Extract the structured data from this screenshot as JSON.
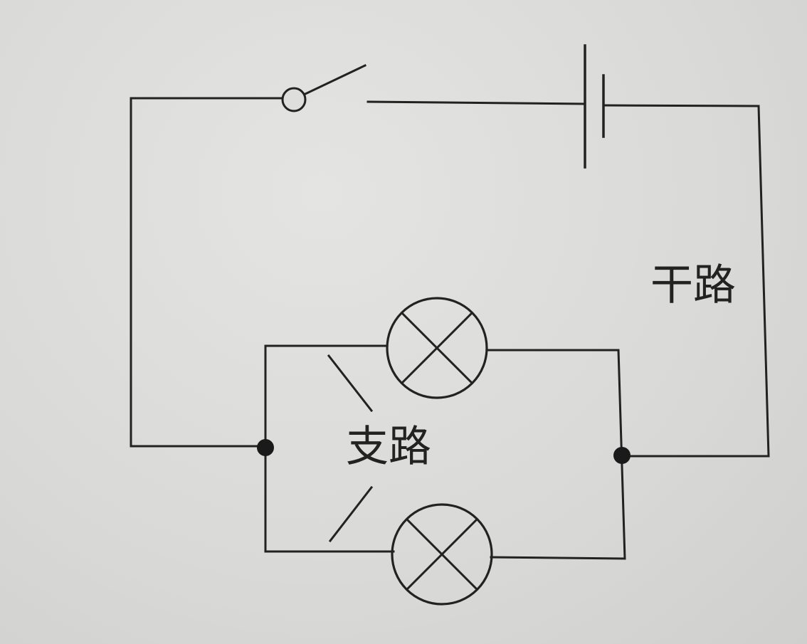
{
  "labels": {
    "main_circuit": "干路",
    "branch_circuit": "支路"
  },
  "colors": {
    "ink": "#222222",
    "paper": "#dcdcda"
  },
  "components": {
    "switch": "open-switch",
    "battery": "battery-cell",
    "lamps": [
      "lamp-top",
      "lamp-bottom"
    ],
    "junctions": [
      "junction-left",
      "junction-right"
    ]
  }
}
